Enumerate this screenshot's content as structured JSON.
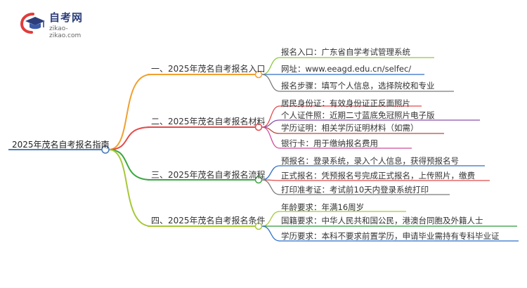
{
  "logo": {
    "title": "自考网",
    "subtitle": "zikao-zikao.com",
    "icon": "graduation-cap-icon"
  },
  "root": "2025年茂名自考报名指南",
  "colors": {
    "root": "#4a7fc0",
    "branches": [
      "#f0a030",
      "#e34a4a",
      "#3aa640",
      "#a6c838"
    ],
    "leaves": [
      [
        "#8cc83c",
        "#2f6fc6",
        "#7a7a7a"
      ],
      [
        "#e34a4a",
        "#8a4faa",
        "#b84a3c",
        "#d04c9c"
      ],
      [
        "#2f6fc6",
        "#e34a4a",
        "#7a7a7a"
      ],
      [
        "#a6c838",
        "#2f9a3c",
        "#2f6fc6"
      ]
    ]
  },
  "branches": [
    {
      "label": "一、2025年茂名自考报名入口",
      "leaves": [
        "报名入口：广东省自学考试管理系统",
        "网址：www.eeagd.edu.cn/selfec/",
        "报名步骤：填写个人信息，选择院校和专业"
      ]
    },
    {
      "label": "二、2025年茂名自考报名材料",
      "leaves": [
        "居民身份证：有效身份证正反面照片",
        "个人证件照：近期二寸蓝底免冠照片电子版",
        "学历证明：相关学历证明材料（如需）",
        "银行卡：用于缴纳报名费用"
      ]
    },
    {
      "label": "三、2025年茂名自考报名流程",
      "leaves": [
        "预报名：登录系统，录入个人信息，获得预报名号",
        "正式报名：凭预报名号完成正式报名，上传照片，缴费",
        "打印准考证：考试前10天内登录系统打印"
      ]
    },
    {
      "label": "四、2025年茂名自考报名条件",
      "leaves": [
        "年龄要求：年满16周岁",
        "国籍要求：中华人民共和国公民，港澳台同胞及外籍人士",
        "学历要求：本科不要求前置学历，申请毕业需持有专科毕业证"
      ]
    }
  ]
}
